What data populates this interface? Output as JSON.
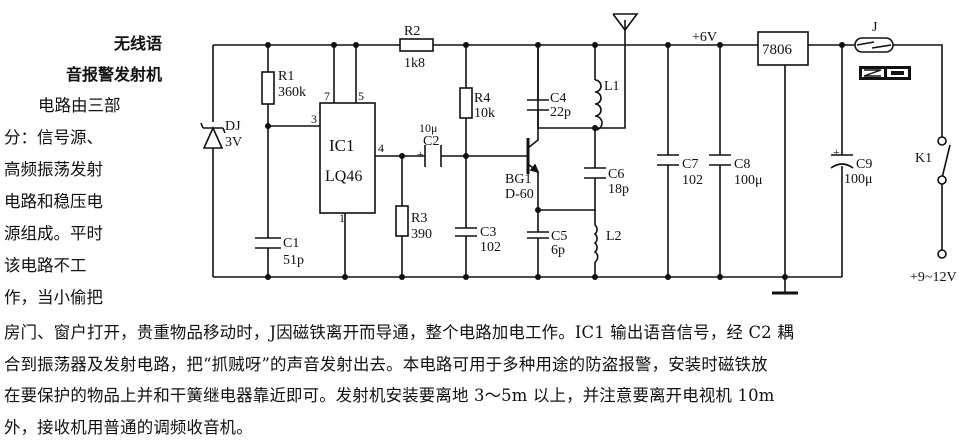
{
  "article": {
    "title_lines": [
      "无线语",
      "音报警发射机"
    ],
    "intro_lines": [
      "电路由三部",
      "分：信号源、",
      "高频振荡发射",
      "电路和稳压电",
      "源组成。平时",
      "该电路不工",
      "作，当小偷把"
    ],
    "body_lines": [
      "房门、窗户打开，贵重物品移动时，J因磁铁离开而导通，整个电路加电工作。IC1 输出语音信号，经 C2 耦",
      "合到振荡器及发射电路，把“抓贼呀”的声音发射出去。本电路可用于多种用途的防盗报警，安装时磁铁放",
      "在要保护的物品上并和干簧继电器靠近即可。发射机安装要离地 3～5m 以上，并注意要离开电视机 10m",
      "外，接收机用普通的调频收音机。"
    ]
  },
  "schematic": {
    "components": {
      "dj": {
        "ref": "DJ",
        "value": "3V"
      },
      "r1": {
        "ref": "R1",
        "value": "360k"
      },
      "c1": {
        "ref": "C1",
        "value": "51p"
      },
      "ic1": {
        "ref": "IC1",
        "part": "LQ46",
        "pins": [
          "7",
          "5",
          "3",
          "4",
          "1"
        ]
      },
      "r2": {
        "ref": "R2",
        "value": "1k8"
      },
      "c2": {
        "ref": "C2",
        "value": "10μ"
      },
      "r3": {
        "ref": "R3",
        "value": "390"
      },
      "r4": {
        "ref": "R4",
        "value": "10k"
      },
      "c3": {
        "ref": "C3",
        "value": "102"
      },
      "c4": {
        "ref": "C4",
        "value": "22p"
      },
      "l1": {
        "ref": "L1"
      },
      "bg1": {
        "ref": "BG1",
        "part": "D-60"
      },
      "c5": {
        "ref": "C5",
        "value": "6p"
      },
      "c6": {
        "ref": "C6",
        "value": "18p"
      },
      "l2": {
        "ref": "L2"
      },
      "c7": {
        "ref": "C7",
        "value": "102"
      },
      "c8": {
        "ref": "C8",
        "value": "100μ"
      },
      "c9": {
        "ref": "C9",
        "value": "100μ"
      },
      "reg": {
        "part": "7806"
      },
      "j": {
        "ref": "J"
      },
      "k1": {
        "ref": "K1"
      }
    },
    "rail_label": "+6V",
    "supply_label": "+9~12V",
    "c2_polarity": "+",
    "c9_polarity": "+"
  }
}
